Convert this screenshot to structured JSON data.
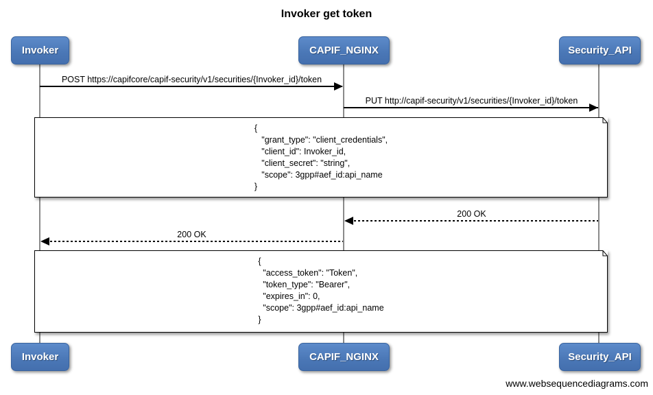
{
  "title": "Invoker get token",
  "actors": [
    {
      "name": "Invoker"
    },
    {
      "name": "CAPIF_NGINX"
    },
    {
      "name": "Security_API"
    }
  ],
  "messages": [
    {
      "label": "POST https://capifcore/capif-security/v1/securities/{Invoker_id}/token",
      "from": "Invoker",
      "to": "CAPIF_NGINX",
      "style": "solid"
    },
    {
      "label": "PUT http://capif-security/v1/securities/{Invoker_id}/token",
      "from": "CAPIF_NGINX",
      "to": "Security_API",
      "style": "solid"
    },
    {
      "label": "200 OK",
      "from": "Security_API",
      "to": "CAPIF_NGINX",
      "style": "dashed"
    },
    {
      "label": "200 OK",
      "from": "CAPIF_NGINX",
      "to": "Invoker",
      "style": "dashed"
    }
  ],
  "notes": [
    {
      "text": "{\n   \"grant_type\": \"client_credentials\",\n   \"client_id\": Invoker_id,\n   \"client_secret\": \"string\",\n   \"scope\": 3gpp#aef_id:api_name\n}"
    },
    {
      "text": "{\n  \"access_token\": \"Token\",\n  \"token_type\": \"Bearer\",\n  \"expires_in\": 0,\n  \"scope\": 3gpp#aef_id:api_name\n}"
    }
  ],
  "footer": "www.websequencediagrams.com",
  "colors": {
    "actor_fill": "#4d7cbe",
    "actor_border": "#38639e",
    "lifeline": "#8a8a8a",
    "line": "#000000",
    "note_fill": "#ffffff"
  }
}
